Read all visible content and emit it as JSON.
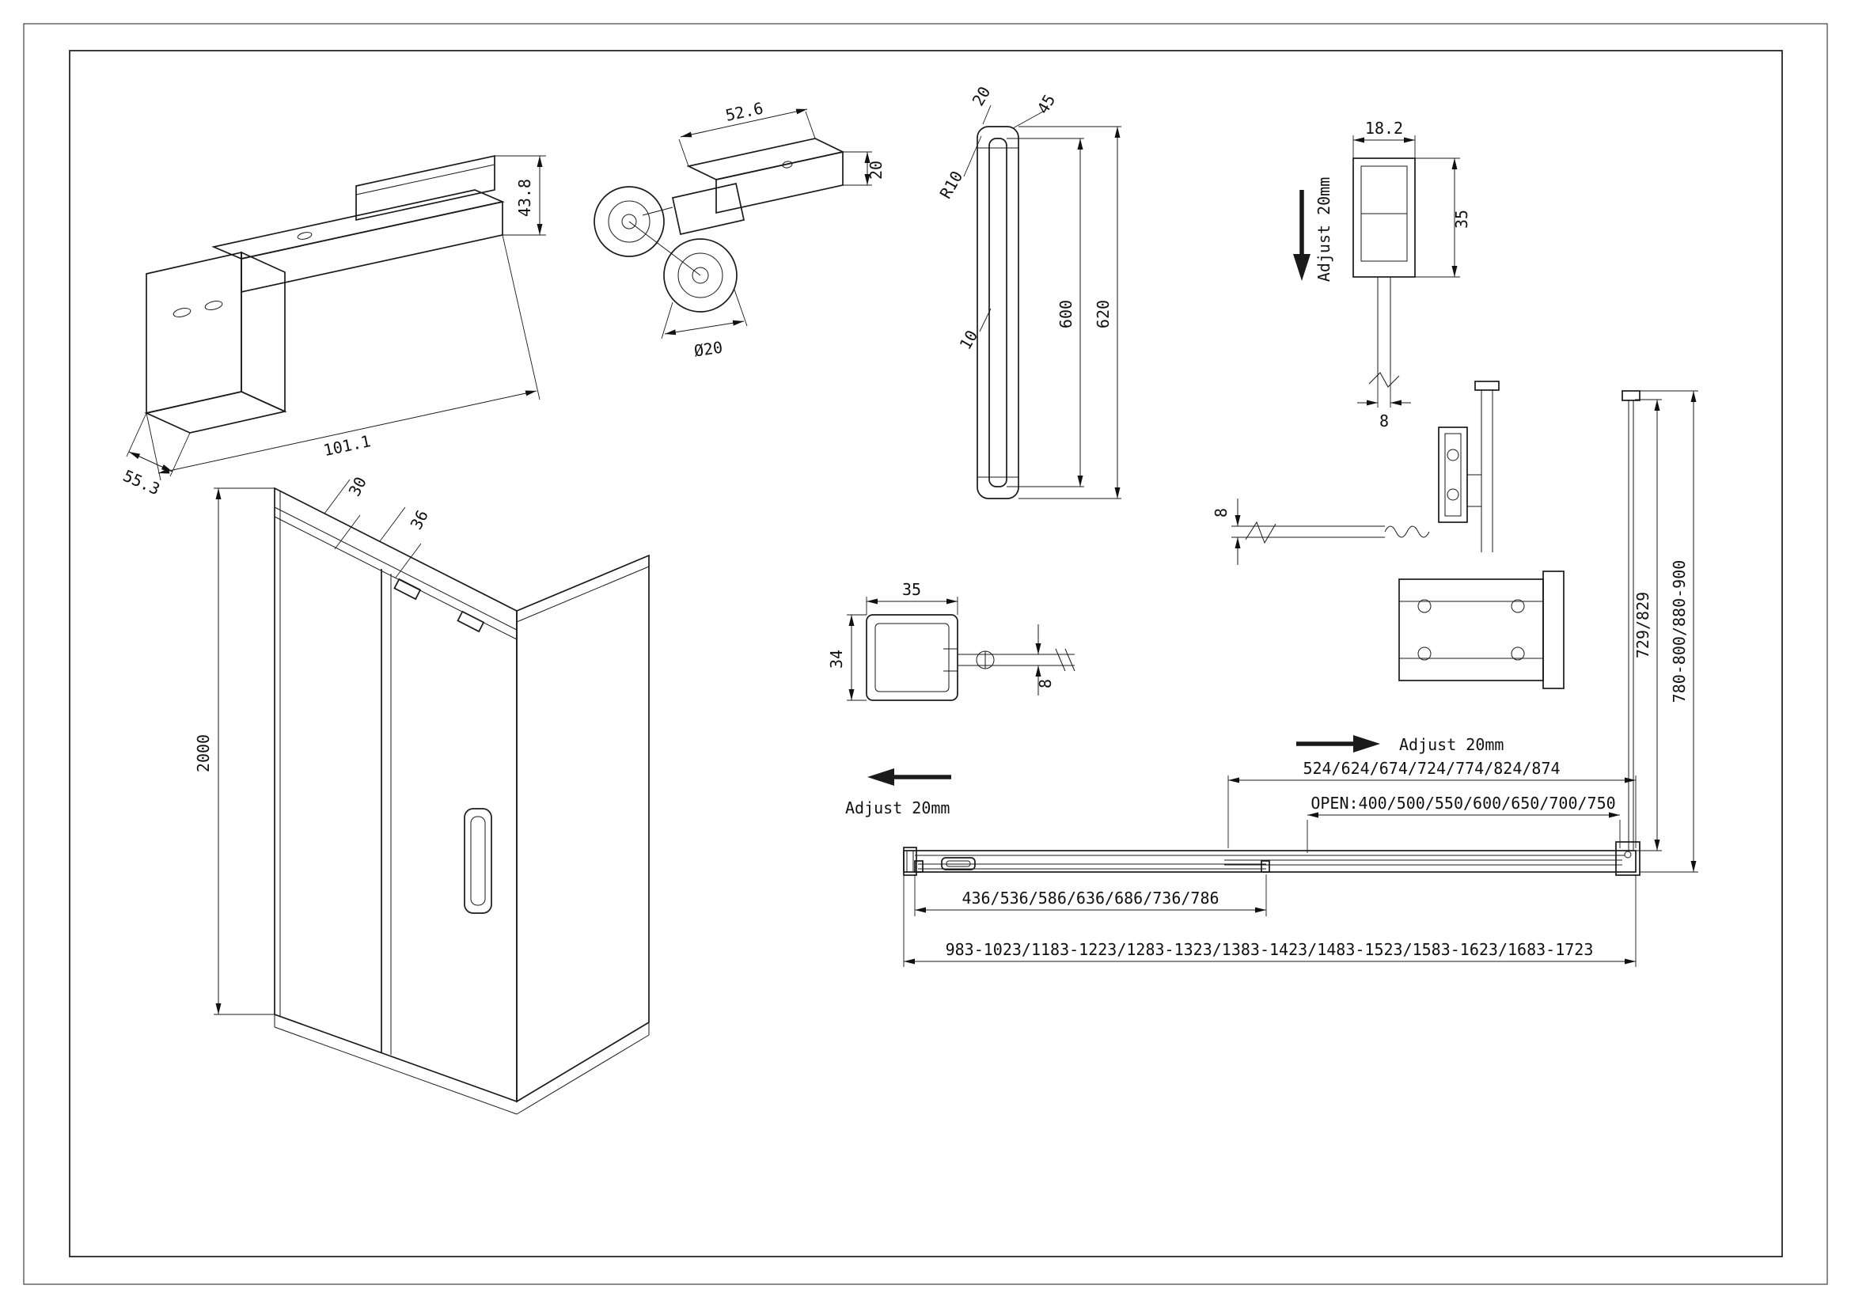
{
  "views": {
    "corner_bracket": {
      "dim_height": "43.8",
      "dim_depth": "55.3",
      "dim_length": "101.1"
    },
    "roller": {
      "dim_length": "52.6",
      "dim_height": "20",
      "dim_wheel_diameter": "Ø20"
    },
    "handle": {
      "dim_tube": "20",
      "dim_end_width": "45",
      "dim_corner_radius": "R10",
      "dim_gap": "10",
      "dim_inner_length": "600",
      "dim_overall_length": "620"
    },
    "wall_profile": {
      "dim_width": "18.2",
      "dim_height": "35",
      "dim_glass": "8",
      "adjust_note": "Adjust 20mm"
    },
    "corner_assembly": {
      "dim_glass": "8",
      "adjust_note": "Adjust 20mm"
    },
    "profile_section": {
      "dim_width": "35",
      "dim_height": "34",
      "dim_glass": "8",
      "adjust_note": "Adjust 20mm"
    },
    "enclosure_iso": {
      "dim_height": "2000",
      "dim_top_offset": "30",
      "dim_top_offset2": "36"
    },
    "plan": {
      "dim_fixed_panel_widths": "524/624/674/724/774/824/874",
      "dim_opening_widths": "OPEN:400/500/550/600/650/700/750",
      "dim_door_widths": "436/536/586/636/686/736/786",
      "dim_overall_width_range": "983-1023/1183-1223/1283-1323/1383-1423/1483-1523/1583-1623/1683-1723",
      "dim_side_panel_glass": "729/829",
      "dim_side_panel_overall": "780-800/880-900"
    }
  }
}
